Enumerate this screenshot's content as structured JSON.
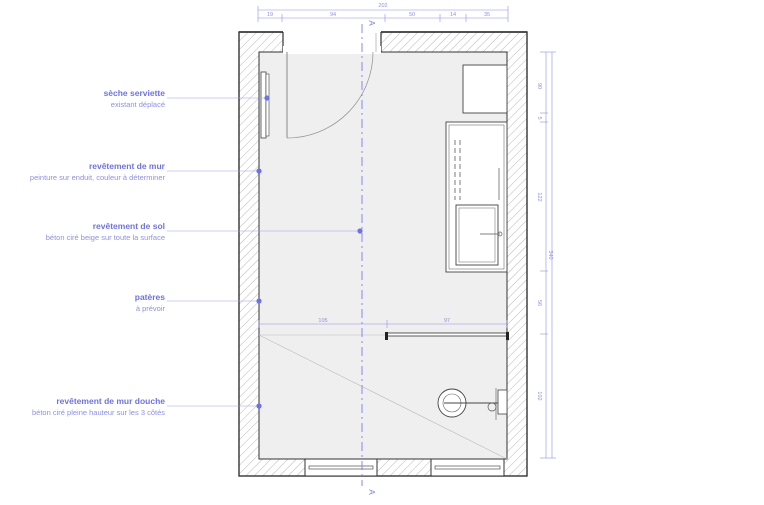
{
  "annotations": [
    {
      "title": "sèche serviette",
      "subtitle": "existant déplacé"
    },
    {
      "title": "revêtement de mur",
      "subtitle": "peinture sur enduit, couleur à déterminer"
    },
    {
      "title": "revêtement de sol",
      "subtitle": "béton ciré beige sur toute la surface"
    },
    {
      "title": "patères",
      "subtitle": "à prévoir"
    },
    {
      "title": "revêtement de mur douche",
      "subtitle": "béton ciré pleine hauteur sur les 3 côtés"
    }
  ],
  "dimensions": {
    "top": [
      "202",
      "19",
      "94",
      "50",
      "14",
      "35"
    ],
    "right": [
      "90",
      "5",
      "122",
      "56",
      "102",
      "340"
    ],
    "internal": [
      "105",
      "97"
    ]
  },
  "section_marker": "A",
  "colors": {
    "accent": "#6d72e8",
    "floor": "#efefef",
    "wall": "#333333"
  }
}
